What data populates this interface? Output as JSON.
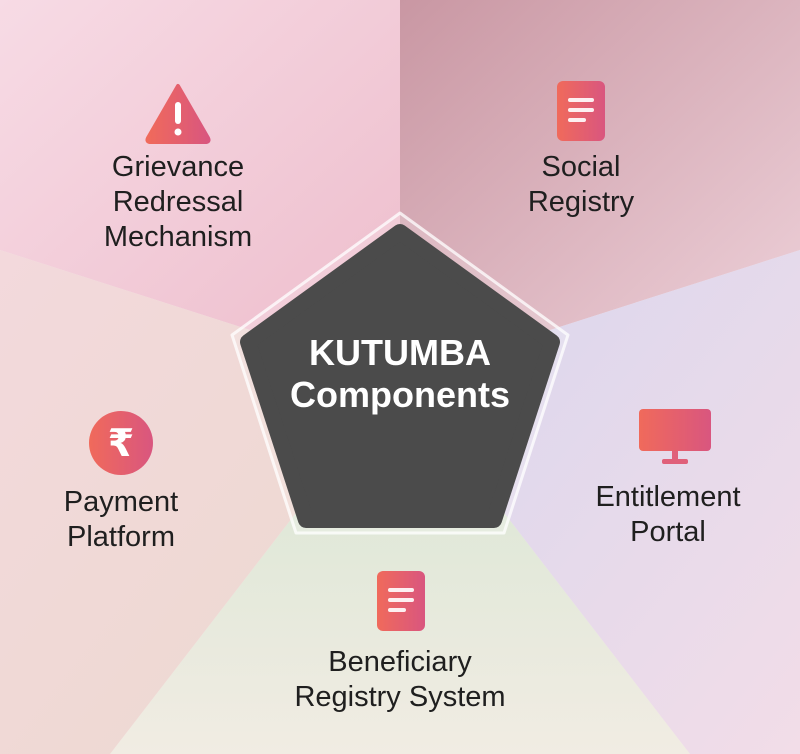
{
  "center": {
    "line1": "KUTUMBA",
    "line2": "Components"
  },
  "components": [
    {
      "id": "grievance",
      "lines": [
        "Grievance",
        "Redressal",
        "Mechanism"
      ],
      "icon": "warning-icon"
    },
    {
      "id": "social",
      "lines": [
        "Social",
        "Registry"
      ],
      "icon": "document-icon"
    },
    {
      "id": "entitlement",
      "lines": [
        "Entitlement",
        "Portal"
      ],
      "icon": "monitor-icon"
    },
    {
      "id": "beneficiary",
      "lines": [
        "Beneficiary",
        "Registry System"
      ],
      "icon": "document-icon"
    },
    {
      "id": "payment",
      "lines": [
        "Payment",
        "Platform"
      ],
      "icon": "rupee-icon"
    }
  ],
  "colors": {
    "pentagon": "#4b4b4b",
    "icon_gradient_start": "#ef6a5e",
    "icon_gradient_end": "#d9577f",
    "sector_top_left": "#f0c7d4",
    "sector_top_right": "#d7a9b4",
    "sector_right": "#ddd9ee",
    "sector_bottom": "#dce8d6",
    "sector_left": "#f0dede"
  }
}
